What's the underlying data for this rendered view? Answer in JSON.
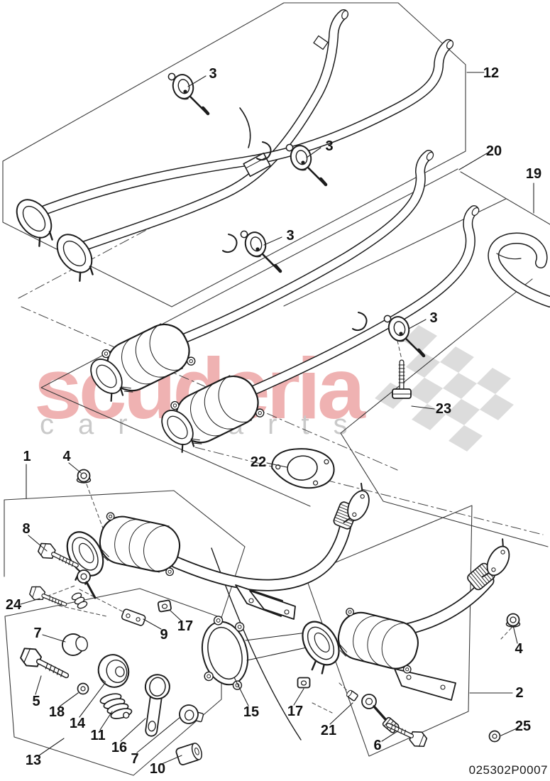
{
  "page": {
    "drawing_number": "025302P0007",
    "watermark": {
      "brand": "scuderia",
      "tagline": "car parts"
    },
    "callouts": [
      {
        "label": "3"
      },
      {
        "label": "12"
      },
      {
        "label": "3"
      },
      {
        "label": "20"
      },
      {
        "label": "19"
      },
      {
        "label": "3"
      },
      {
        "label": "3"
      },
      {
        "label": "23"
      },
      {
        "label": "22"
      },
      {
        "label": "1"
      },
      {
        "label": "4"
      },
      {
        "label": "8"
      },
      {
        "label": "24"
      },
      {
        "label": "7"
      },
      {
        "label": "5"
      },
      {
        "label": "18"
      },
      {
        "label": "14"
      },
      {
        "label": "11"
      },
      {
        "label": "16"
      },
      {
        "label": "13"
      },
      {
        "label": "7"
      },
      {
        "label": "10"
      },
      {
        "label": "9"
      },
      {
        "label": "17"
      },
      {
        "label": "15"
      },
      {
        "label": "17"
      },
      {
        "label": "21"
      },
      {
        "label": "6"
      },
      {
        "label": "4"
      },
      {
        "label": "2"
      },
      {
        "label": "25"
      }
    ]
  }
}
